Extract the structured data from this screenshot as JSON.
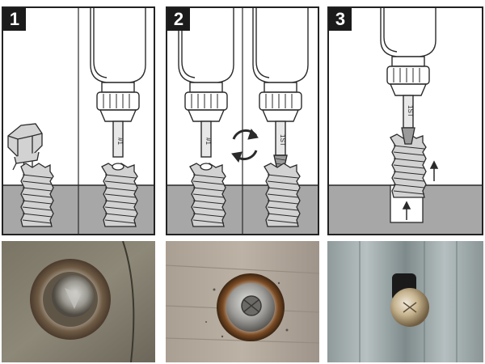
{
  "steps": [
    {
      "number": "1",
      "bit_label": "#1"
    },
    {
      "number": "2",
      "bit_labels": [
        "#1",
        "1ST"
      ]
    },
    {
      "number": "3",
      "bit_label": "1ST"
    }
  ],
  "colors": {
    "ground": "#a7a7a7",
    "screw": "#d2d2d2",
    "outline": "#2a2a2a",
    "badge": "#1b1b1b"
  },
  "icons": [
    "drill-chuck-icon",
    "rotate-arrows-icon",
    "up-arrow-icon"
  ]
}
